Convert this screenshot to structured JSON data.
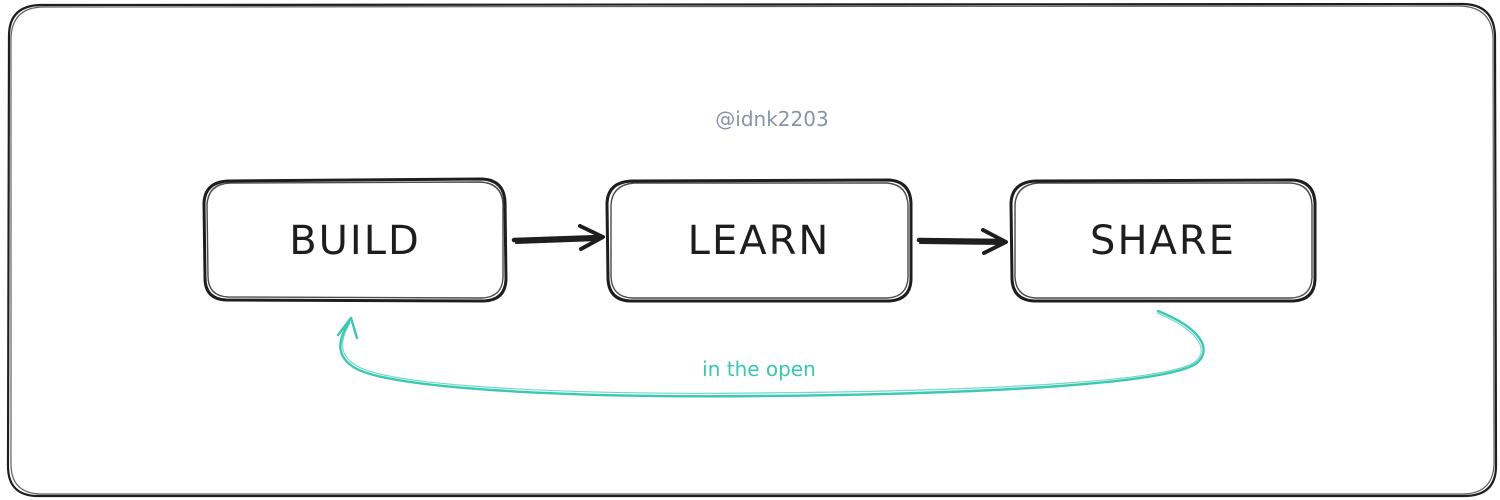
{
  "watermark": "@idnk2203",
  "nodes": [
    {
      "id": "build",
      "label": "BUILD"
    },
    {
      "id": "learn",
      "label": "LEARN"
    },
    {
      "id": "share",
      "label": "SHARE"
    }
  ],
  "loop_label": "in the open",
  "colors": {
    "stroke": "#1e1e1e",
    "watermark": "#8a94a6",
    "loop": "#38c9b0",
    "background": "#ffffff"
  }
}
